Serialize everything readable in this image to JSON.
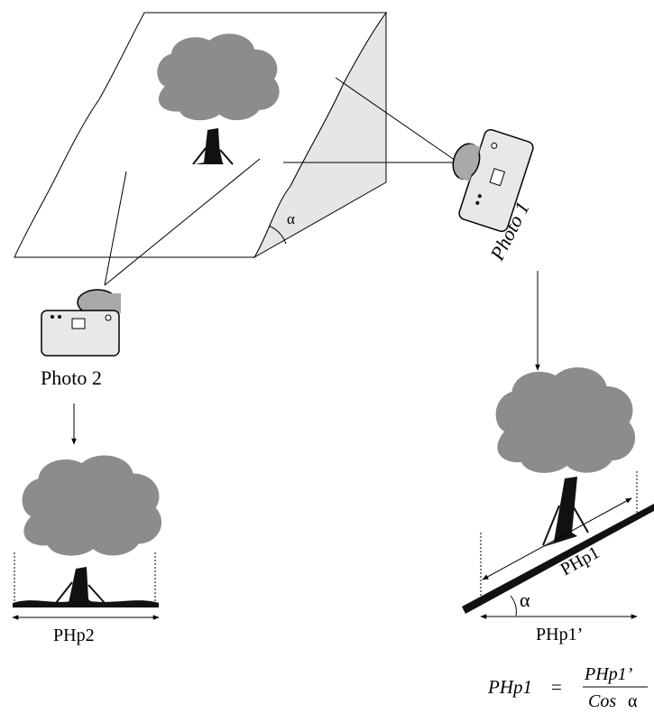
{
  "labels": {
    "photo1": "Photo 1",
    "photo2": "Photo 2",
    "alpha_slope": "α",
    "alpha_small": "α",
    "php1": "PHp1",
    "php1_prime": "PHp1’",
    "php2": "PHp2"
  },
  "formula": {
    "lhs": "PHp1",
    "equals": "=",
    "numerator": "PHp1’",
    "denominator_text": "Cos",
    "denominator_symbol": "α"
  },
  "colors": {
    "foliage": "#8c8c8c",
    "slope_face": "#e6e6e6",
    "camera_body": "#e8e8e8",
    "camera_lens": "#a9a9a9",
    "ink": "#000000"
  }
}
